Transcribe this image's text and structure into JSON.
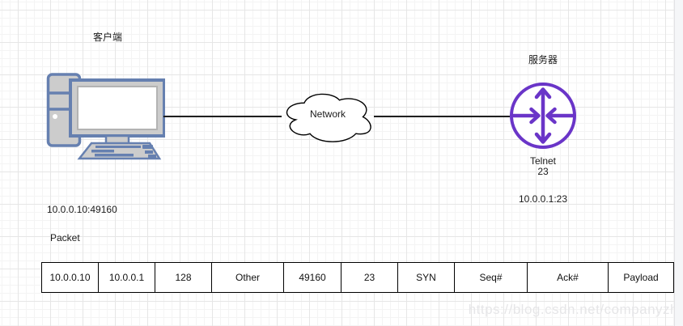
{
  "client": {
    "label": "客户端",
    "address": "10.0.0.10:49160"
  },
  "network": {
    "label": "Network"
  },
  "server": {
    "label": "服务器",
    "service": "Telnet",
    "port": "23",
    "address": "10.0.0.1:23"
  },
  "packet": {
    "title": "Packet",
    "fields": [
      "10.0.0.10",
      "10.0.0.1",
      "128",
      "Other",
      "49160",
      "23",
      "SYN",
      "Seq#",
      "Ack#",
      "Payload"
    ]
  },
  "watermark": {
    "text": "https://blog.csdn.net/companyzh"
  },
  "colors": {
    "router_purple": "#6a35c8",
    "device_blue": "#6680b0",
    "device_gray": "#cccccc",
    "wire": "#1f1f1f"
  }
}
